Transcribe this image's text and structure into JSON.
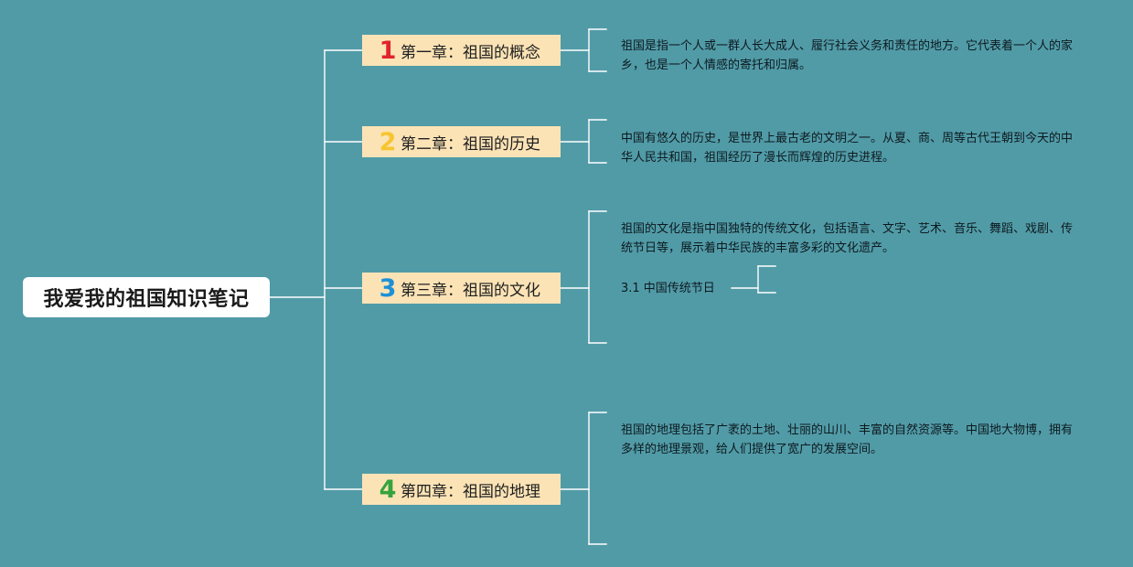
{
  "root": {
    "title": "我爱我的祖国知识笔记"
  },
  "chapters": [
    {
      "number": "1",
      "title": "第一章：祖国的概念",
      "description": "祖国是指一个人或一群人长大成人、履行社会义务和责任的地方。它代表着一个人的家乡，也是一个人情感的寄托和归属。"
    },
    {
      "number": "2",
      "title": "第二章：祖国的历史",
      "description": "中国有悠久的历史，是世界上最古老的文明之一。从夏、商、周等古代王朝到今天的中华人民共和国，祖国经历了漫长而辉煌的历史进程。"
    },
    {
      "number": "3",
      "title": "第三章：祖国的文化",
      "description": "祖国的文化是指中国独特的传统文化，包括语言、文字、艺术、音乐、舞蹈、戏剧、传统节日等，展示着中华民族的丰富多彩的文化遗产。",
      "subtopic": "3.1 中国传统节日"
    },
    {
      "number": "4",
      "title": "第四章：祖国的地理",
      "description": "祖国的地理包括了广袤的土地、壮丽的山川、丰富的自然资源等。中国地大物博，拥有多样的地理景观，给人们提供了宽广的发展空间。"
    }
  ],
  "colors": {
    "background": "#519ba7",
    "chapter_box": "#fbe3b6",
    "connector": "#ffffff",
    "number_1": "#e0242c",
    "number_2": "#f6c531",
    "number_3": "#1e90d6",
    "number_4": "#35a33c"
  }
}
